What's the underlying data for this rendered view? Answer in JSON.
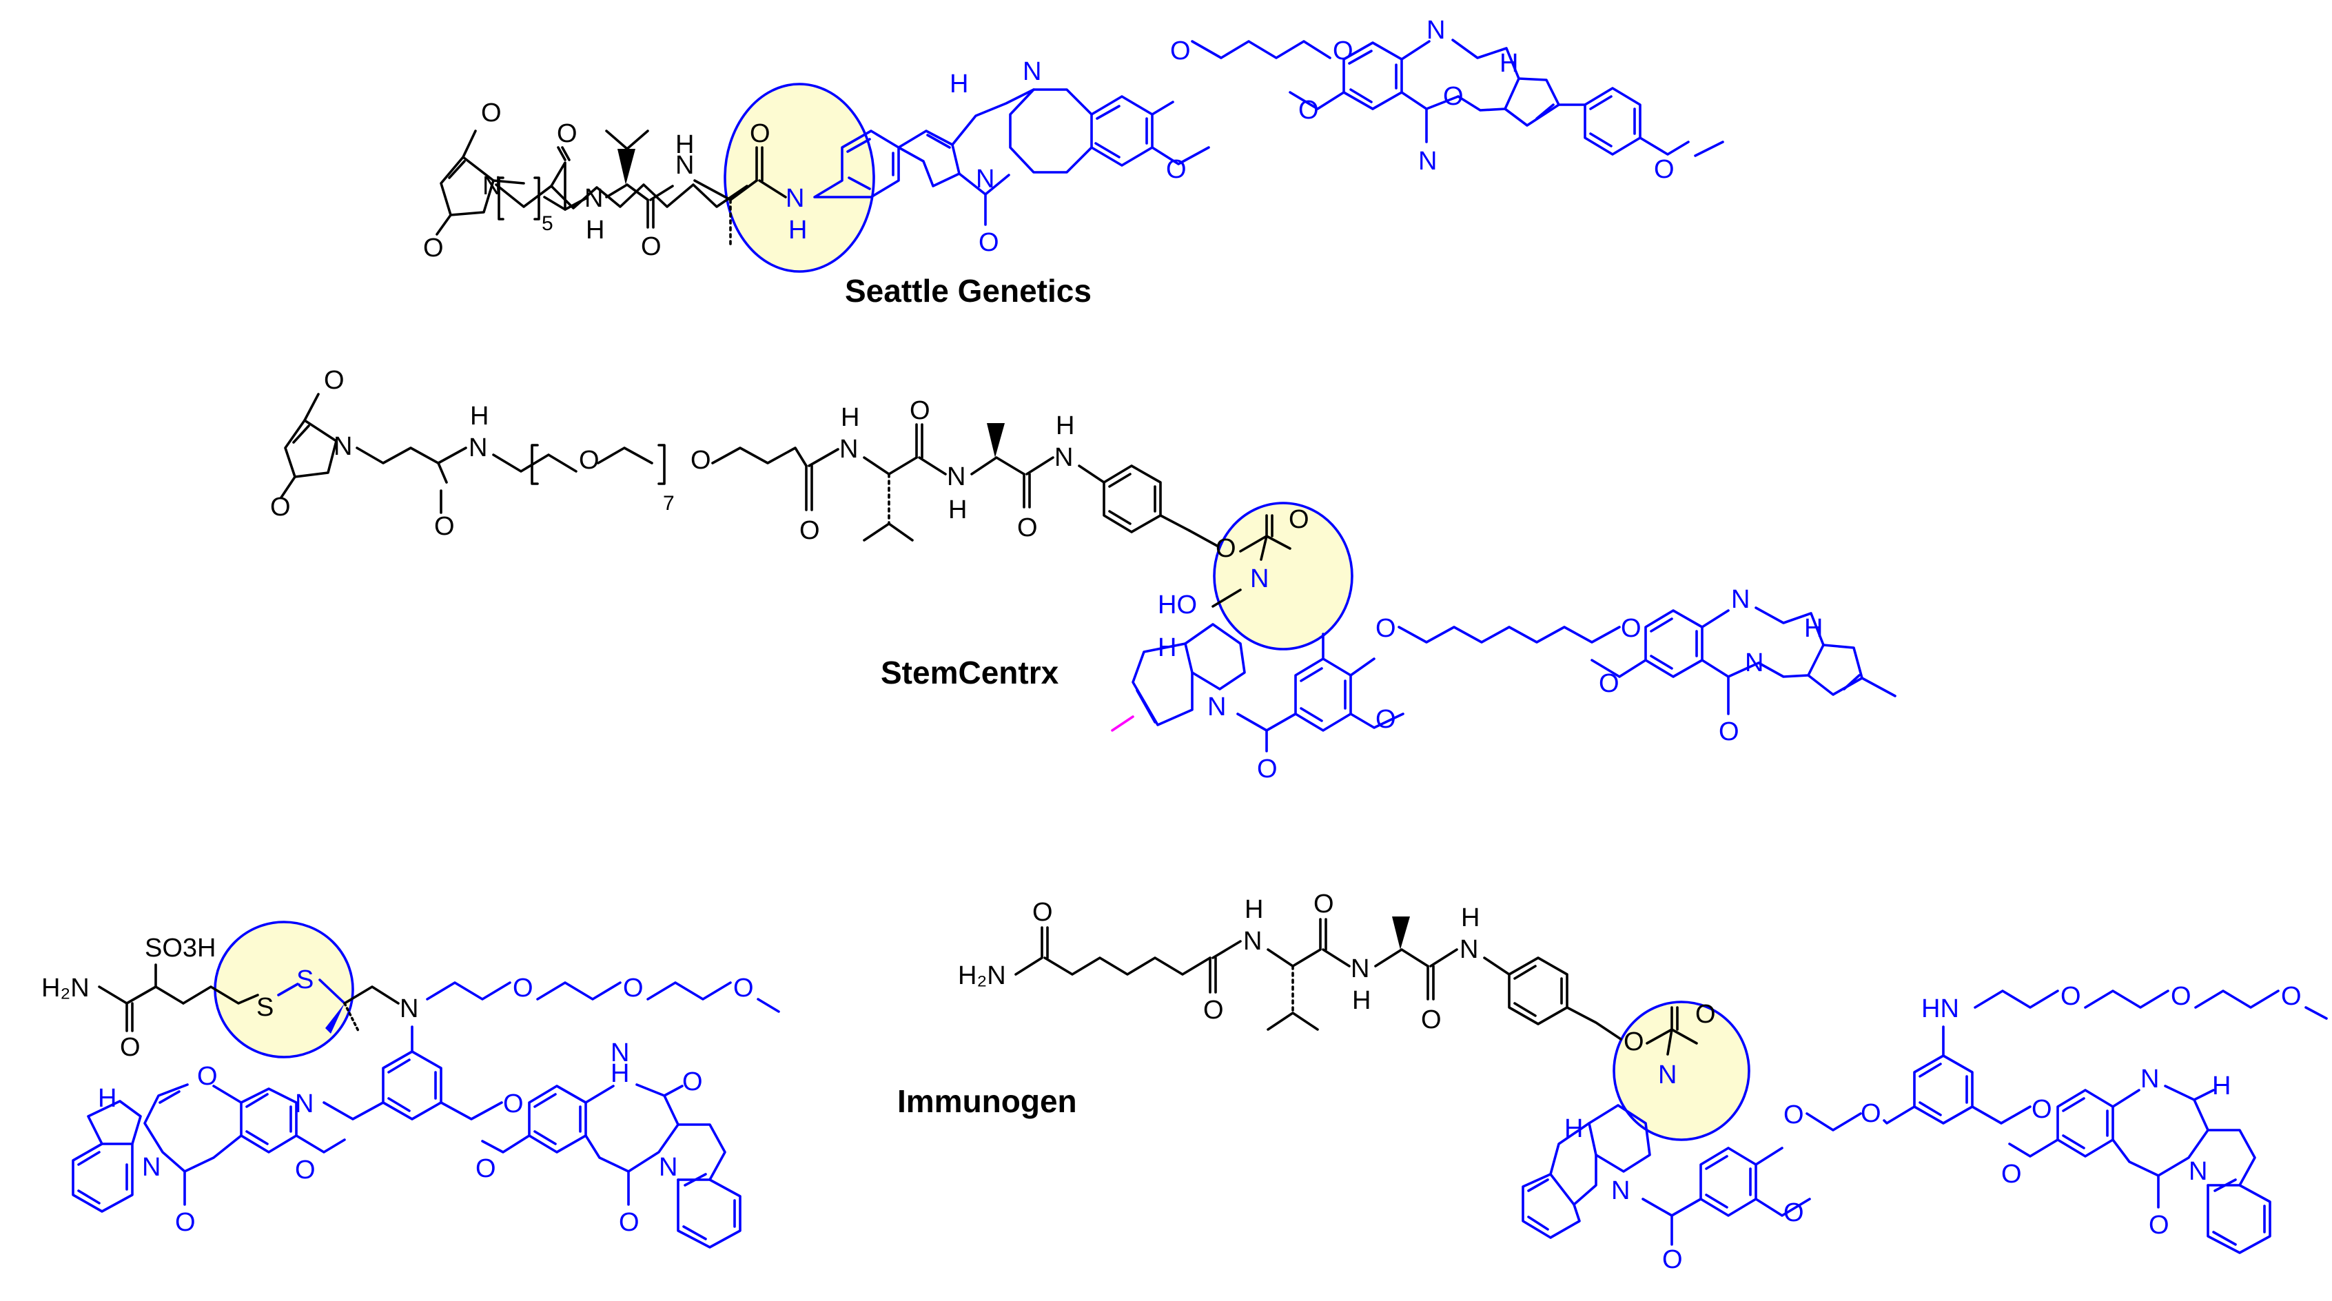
{
  "figure": {
    "structures": [
      {
        "id": "seattle-genetics",
        "caption": "Seattle Genetics",
        "atom_labels": [
          "O",
          "O",
          "N",
          "5",
          "N",
          "H",
          "O",
          "N",
          "H",
          "O",
          "N",
          "H",
          "N",
          "H",
          "O",
          "N",
          "O",
          "O",
          "O",
          "N",
          "H",
          "O",
          "N",
          "O"
        ]
      },
      {
        "id": "stemcentrx",
        "caption": "StemCentrx",
        "atom_labels": [
          "O",
          "O",
          "N",
          "O",
          "N",
          "H",
          "O",
          "7",
          "O",
          "N",
          "H",
          "O",
          "N",
          "H",
          "O",
          "N",
          "H",
          "O",
          "O",
          "N",
          "HO",
          "H",
          "N",
          "O",
          "O",
          "O",
          "O",
          "N",
          "H",
          "O",
          "N",
          "O"
        ]
      },
      {
        "id": "immunogen",
        "caption": "Immunogen",
        "left_atom_labels": [
          "H₂N",
          "O",
          "SO3H",
          "S",
          "S",
          "N",
          "O",
          "O",
          "O",
          "N",
          "O",
          "O",
          "O",
          "N",
          "O",
          "H",
          "N",
          "H",
          "O",
          "N",
          "H",
          "O"
        ],
        "right_atom_labels": [
          "H₂N",
          "O",
          "N",
          "H",
          "O",
          "N",
          "H",
          "O",
          "N",
          "H",
          "O",
          "O",
          "N",
          "H",
          "N",
          "O",
          "HN",
          "O",
          "O",
          "O",
          "O",
          "O",
          "N",
          "H",
          "N",
          "O",
          "N",
          "O"
        ]
      }
    ],
    "colors": {
      "linker": "#000000",
      "payload": "#0000ff",
      "highlight_fill": "#fdfbd2",
      "highlight_stroke": "#0000ff",
      "methyl_accent": "#ff00ff"
    }
  }
}
